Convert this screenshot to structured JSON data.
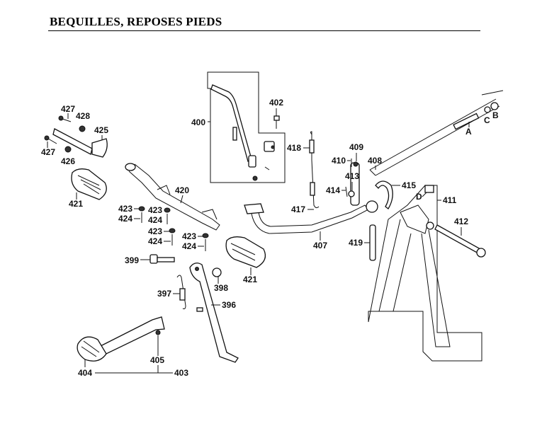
{
  "page": {
    "title": "BEQUILLES, REPOSES PIEDS"
  },
  "labels": {
    "l400": "400",
    "l402": "402",
    "l418": "418",
    "l409": "409",
    "l410": "410",
    "l408": "408",
    "l413": "413",
    "l414": "414",
    "l415": "415",
    "l411": "411",
    "l412": "412",
    "l417": "417",
    "l419": "419",
    "l407": "407",
    "l427a": "427",
    "l428": "428",
    "l425": "425",
    "l427b": "427",
    "l426": "426",
    "l421a": "421",
    "l420": "420",
    "l423a": "423",
    "l424a": "424",
    "l423b": "423",
    "l424b": "424",
    "l423c": "423",
    "l424c": "424",
    "l423d": "423",
    "l424d": "424",
    "l399": "399",
    "l398": "398",
    "l397": "397",
    "l396": "396",
    "l421b": "421",
    "l405": "405",
    "l404": "404",
    "l403": "403",
    "lA": "A",
    "lB": "B",
    "lC": "C",
    "lD": "D"
  }
}
